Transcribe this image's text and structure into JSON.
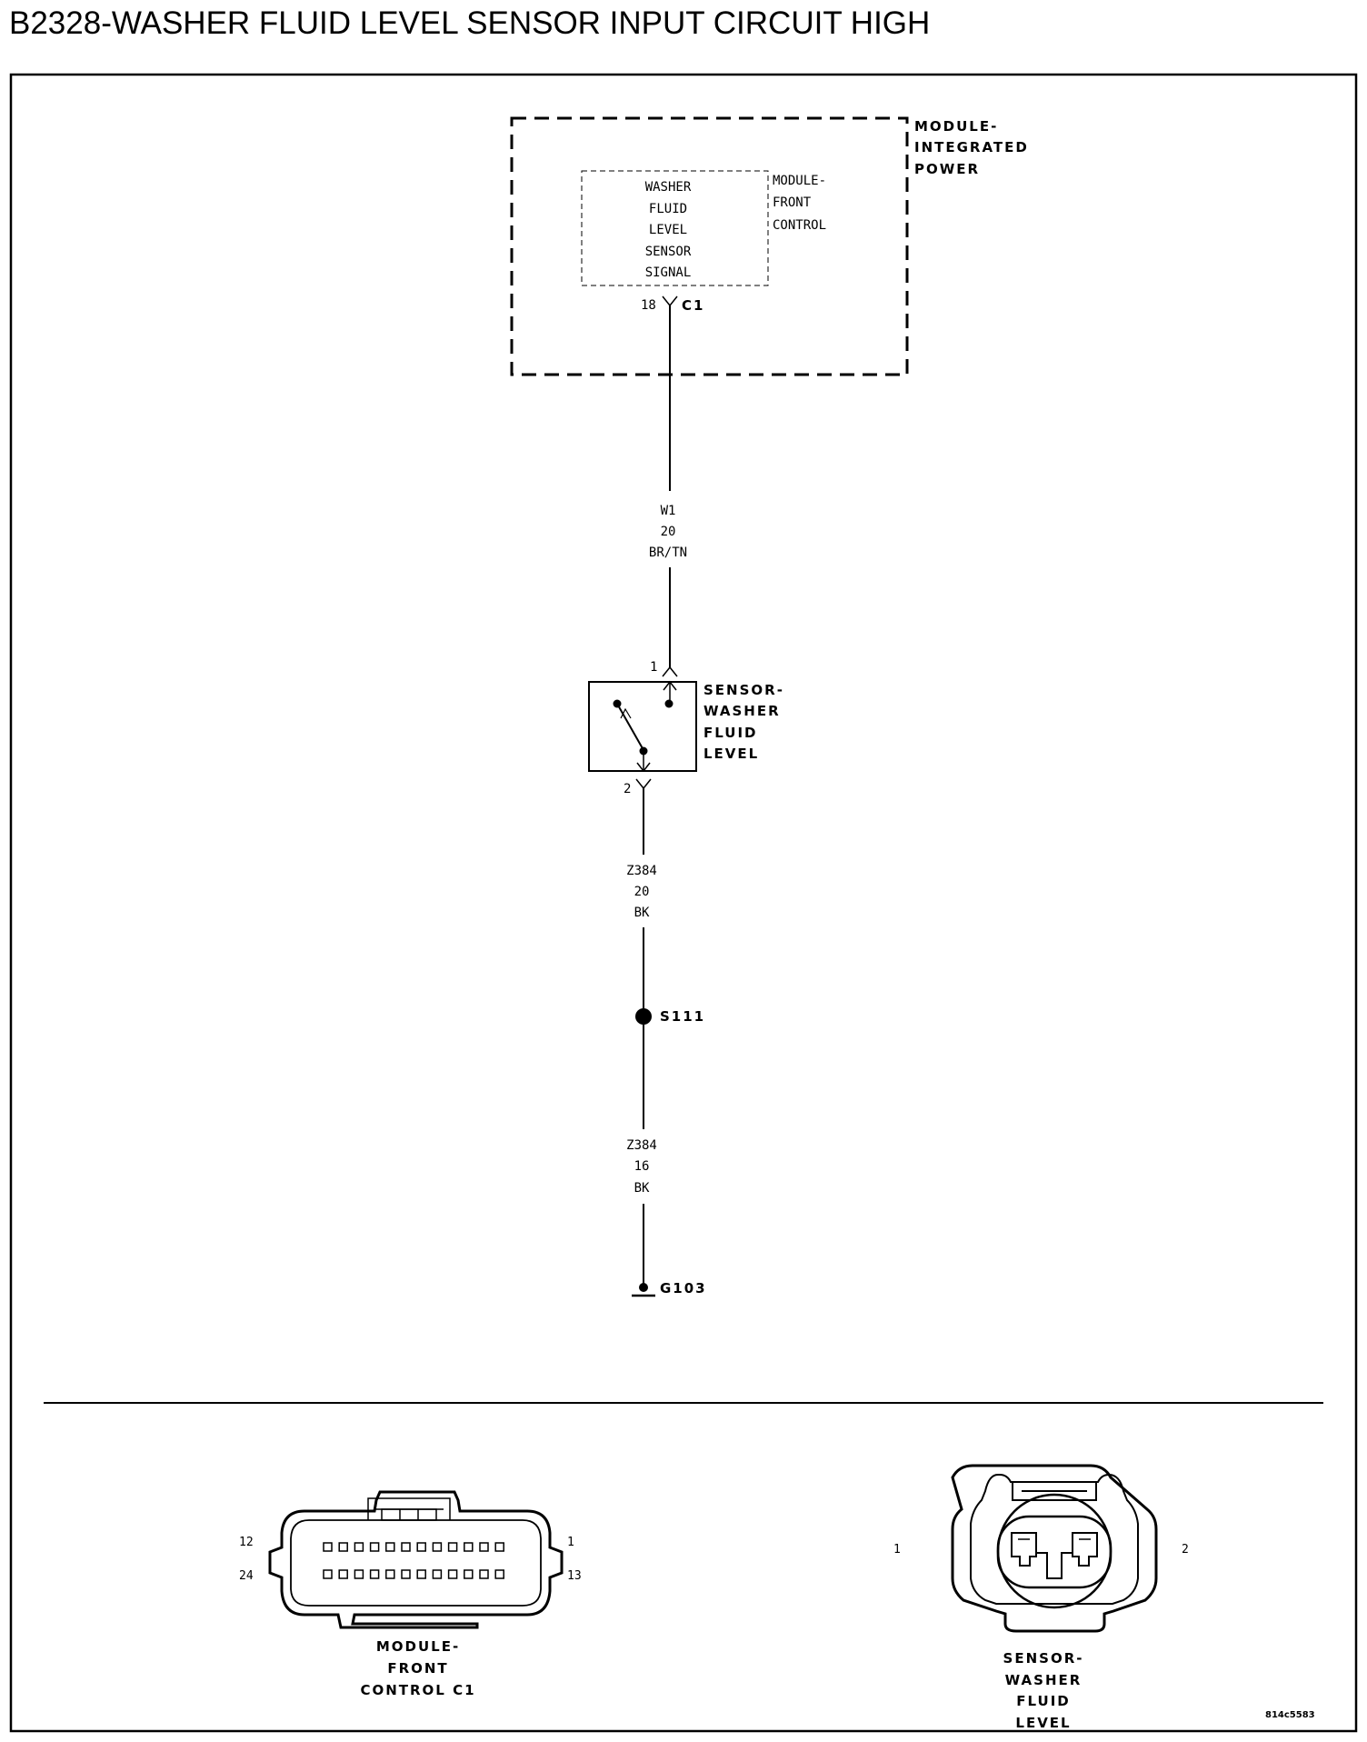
{
  "title": "B2328-WASHER FLUID LEVEL SENSOR INPUT CIRCUIT HIGH",
  "modules": {
    "integrated_power": [
      "MODULE-",
      "INTEGRATED",
      "POWER"
    ],
    "front_control": [
      "MODULE-",
      "FRONT",
      "CONTROL"
    ],
    "signal": [
      "WASHER",
      "FLUID",
      "LEVEL",
      "SENSOR",
      "SIGNAL"
    ]
  },
  "connector_c1": {
    "pin": "18",
    "name": "C1"
  },
  "wire_w1": [
    "W1",
    "20",
    "BR/TN"
  ],
  "sensor": {
    "name": [
      "SENSOR-",
      "WASHER",
      "FLUID",
      "LEVEL"
    ],
    "pin_top": "1",
    "pin_bottom": "2"
  },
  "wire_z384_a": [
    "Z384",
    "20",
    "BK"
  ],
  "splice": "S111",
  "wire_z384_b": [
    "Z384",
    "16",
    "BK"
  ],
  "ground": "G103",
  "views": {
    "fcm": {
      "label": [
        "MODULE-",
        "FRONT",
        "CONTROL C1"
      ],
      "pins": {
        "top_left": "12",
        "bottom_left": "24",
        "top_right": "1",
        "bottom_right": "13"
      }
    },
    "sensor": {
      "label": [
        "SENSOR-",
        "WASHER",
        "FLUID",
        "LEVEL"
      ],
      "pins": {
        "left": "1",
        "right": "2"
      }
    }
  },
  "figure_id": "814c5583"
}
